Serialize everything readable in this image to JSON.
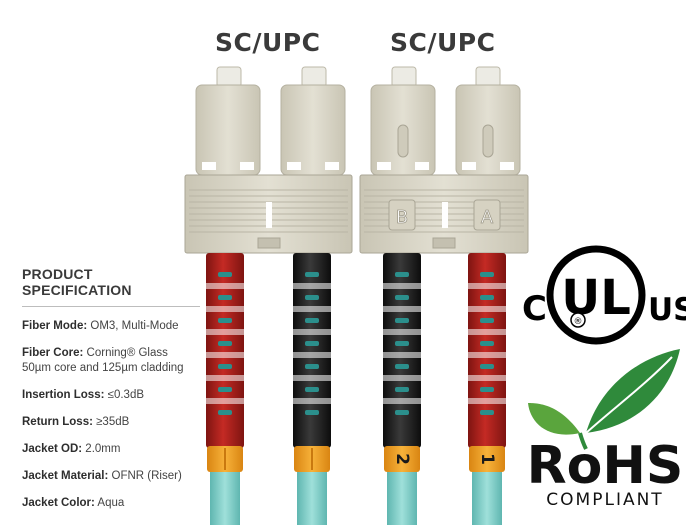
{
  "connectors": {
    "left_label": "SC/UPC",
    "right_label": "SC/UPC",
    "housing_marks": [
      "B",
      "A"
    ],
    "boot_numbers": [
      "2",
      "1"
    ]
  },
  "spec": {
    "title": "PRODUCT SPECIFICATION",
    "items": [
      {
        "key": "Fiber Mode:",
        "value": "OM3, Multi-Mode"
      },
      {
        "key": "Fiber Core:",
        "value": "Corning® Glass",
        "value2": "50µm core and 125µm cladding"
      },
      {
        "key": "Insertion Loss:",
        "value": "≤0.3dB"
      },
      {
        "key": "Return Loss:",
        "value": "≥35dB"
      },
      {
        "key": "Jacket OD:",
        "value": "2.0mm"
      },
      {
        "key": "Jacket Material:",
        "value": "OFNR (Riser)"
      },
      {
        "key": "Jacket Color:",
        "value": "Aqua"
      }
    ]
  },
  "certifications": {
    "ul": {
      "left": "C",
      "center": "UL",
      "right": "US",
      "registered": "®"
    },
    "rohs": {
      "mark": "RoHS",
      "caption": "COMPLIANT"
    }
  },
  "colors": {
    "housing": "#d9d6c8",
    "housing_shade": "#c4c0b0",
    "boot_red": "#b3201c",
    "boot_black": "#1f1f1f",
    "ring_teal": "#2b8f8c",
    "clip_orange": "#f3a01c",
    "cable_aqua": "#7fcfc9",
    "leaf_green": "#2f8a3b"
  }
}
